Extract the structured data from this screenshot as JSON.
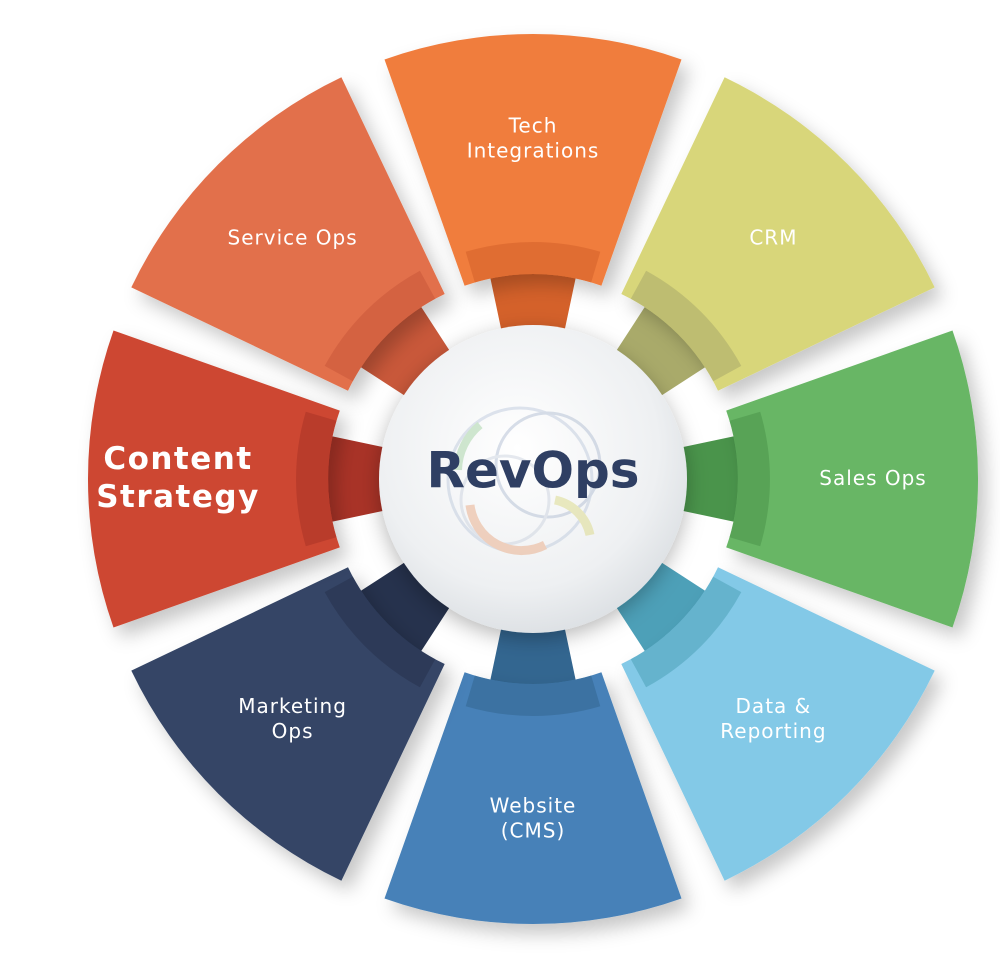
{
  "center": {
    "label": "RevOps"
  },
  "segments": [
    {
      "id": "tech-integrations",
      "lines": [
        "Tech",
        "Integrations"
      ],
      "color": "#f07d3e",
      "neck": "#d4612a",
      "angle": -90,
      "emphasis": false
    },
    {
      "id": "crm",
      "lines": [
        "CRM"
      ],
      "color": "#d8d67a",
      "neck": "#a9aa6a",
      "angle": -45,
      "emphasis": false
    },
    {
      "id": "sales-ops",
      "lines": [
        "Sales Ops"
      ],
      "color": "#67b665",
      "neck": "#4a944b",
      "angle": 0,
      "emphasis": false
    },
    {
      "id": "data-reporting",
      "lines": [
        "Data &",
        "Reporting"
      ],
      "color": "#83c9e7",
      "neck": "#4da0b8",
      "angle": 45,
      "emphasis": false
    },
    {
      "id": "website-cms",
      "lines": [
        "Website",
        "(CMS)"
      ],
      "color": "#4681b8",
      "neck": "#336690",
      "angle": 90,
      "emphasis": false
    },
    {
      "id": "marketing-ops",
      "lines": [
        "Marketing",
        "Ops"
      ],
      "color": "#344566",
      "neck": "#26324d",
      "angle": 135,
      "emphasis": false
    },
    {
      "id": "content-strategy",
      "lines": [
        "Content",
        "Strategy"
      ],
      "color": "#cd4731",
      "neck": "#a93327",
      "angle": 180,
      "emphasis": true
    },
    {
      "id": "service-ops",
      "lines": [
        "Service Ops"
      ],
      "color": "#e2704b",
      "neck": "#c9583a",
      "angle": 225,
      "emphasis": false
    }
  ]
}
